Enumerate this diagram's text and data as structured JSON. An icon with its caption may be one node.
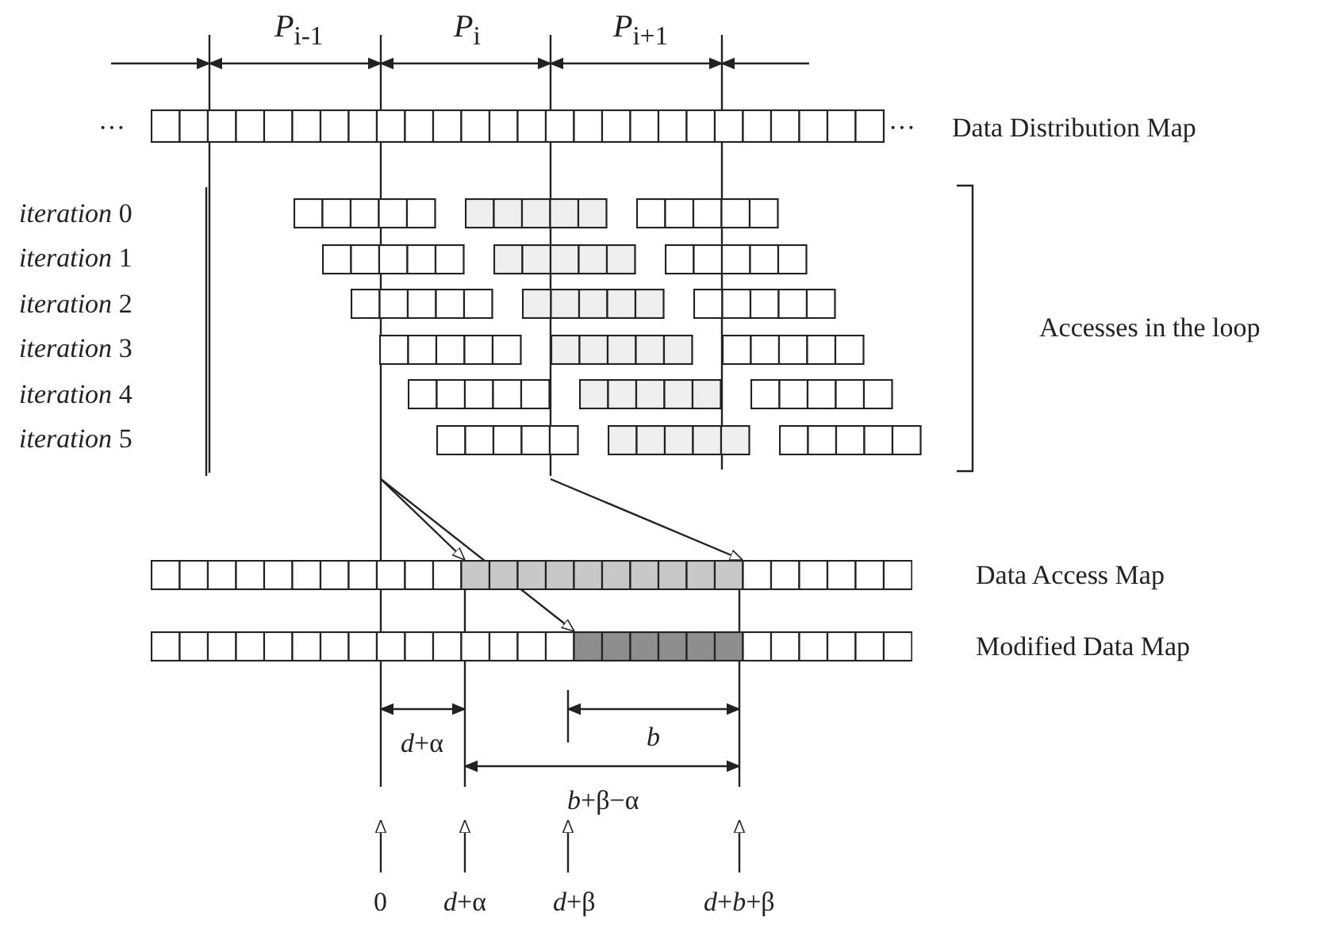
{
  "diagram": {
    "nodes": [
      {
        "text": [],
        "shape": "bar",
        "beside": [
          "···",
          "···",
          "Data Distribution Map"
        ]
      },
      {
        "text": [],
        "shape": "bar"
      },
      {
        "text": [],
        "shape": "bar"
      },
      {
        "text": [],
        "shape": "bar"
      },
      {
        "text": [],
        "shape": "bar"
      },
      {
        "text": [],
        "shape": "bar"
      },
      {
        "text": [],
        "shape": "bar"
      },
      {
        "text": [],
        "shape": "bar"
      },
      {
        "text": [],
        "shape": "bar"
      },
      {
        "text": [],
        "shape": "bar"
      },
      {
        "text": [],
        "shape": "bar"
      },
      {
        "text": [],
        "shape": "bar"
      },
      {
        "text": [],
        "shape": "bar"
      },
      {
        "text": [],
        "shape": "bar"
      },
      {
        "text": [],
        "shape": "bar"
      },
      {
        "text": [],
        "shape": "bar"
      },
      {
        "text": [],
        "shape": "bar"
      },
      {
        "text": [],
        "shape": "bar"
      },
      {
        "text": [],
        "shape": "bar"
      },
      {
        "text": [],
        "shape": "bar",
        "beside": [
          "Data Access Map"
        ]
      },
      {
        "text": [],
        "shape": "bar",
        "beside": [
          "Modified Data Map"
        ]
      }
    ],
    "edges": [
      {
        "from": null,
        "to": 19,
        "arrow": "to"
      },
      {
        "from": null,
        "to": 20,
        "arrow": "to"
      },
      {
        "from": null,
        "to": 19,
        "arrow": "to"
      }
    ],
    "labels": [
      "*P*$_{i-1}$",
      "*P*$_{i}$",
      "*P*$_{i+1}$",
      "*iteration* 0",
      "*iteration* 1",
      "*iteration* 2",
      "*iteration* 3",
      "*iteration* 4",
      "*iteration* 5",
      "Accesses in the loop",
      "*d*+α",
      "*b*",
      "*b*+β−α",
      "0",
      "*d*+α",
      "*d*+β",
      "*d*+*b*+β"
    ]
  }
}
